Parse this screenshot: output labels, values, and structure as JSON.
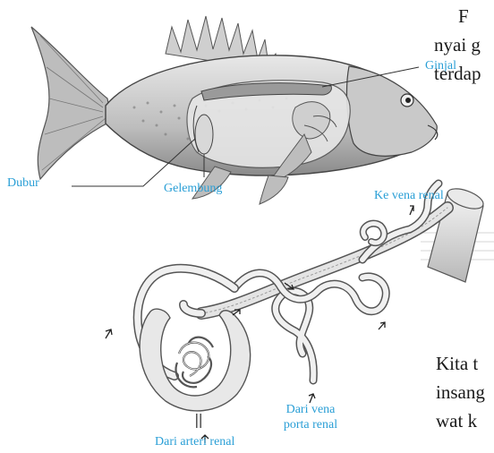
{
  "fish_labels": {
    "ginjal": "Ginjal",
    "dubur": "Dubur",
    "gelembung": "Gelembung"
  },
  "nephron_labels": {
    "ke_vena_renal": "Ke vena renal",
    "dari_vena_line1": "Dari vena",
    "dari_vena_line2": "porta renal",
    "dari_arteri_renal": "Dari arteri renal"
  },
  "body_text": {
    "line_top_1": "F",
    "line_top_2": "nyai g",
    "line_top_3": "terdap",
    "line_bottom_1": "Kita t",
    "line_bottom_2": "insang",
    "line_bottom_3": "wat k"
  },
  "colors": {
    "label": "#2a9fd6",
    "line": "#333333",
    "text": "#1a1a1a"
  }
}
